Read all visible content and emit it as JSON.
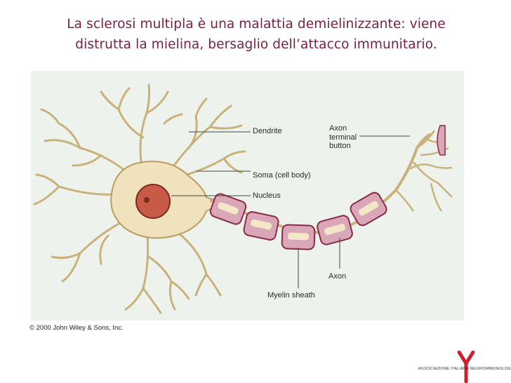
{
  "title_lines": [
    "La sclerosi multipla è una malattia demielinizzante: viene",
    "distrutta la mielina, bersaglio dell’attacco immunitario."
  ],
  "diagram": {
    "labels": {
      "dendrite": "Dendrite",
      "axon_terminal": [
        "Axon",
        "terminal",
        "button"
      ],
      "soma": "Soma (cell body)",
      "nucleus": "Nucleus",
      "axon": "Axon",
      "myelin": "Myelin sheath"
    }
  },
  "copyright": "© 2000 John Wiley & Sons, Inc.",
  "logo": {
    "text": "ASSOCIAZIONE ITALIANA NEUROIMMUNOLOGIA",
    "colors": {
      "red": "#cc1f2f"
    }
  },
  "colors": {
    "title": "#7a1f3d",
    "neuron_fill": "#efe2bd",
    "neuron_stroke": "#b89e63",
    "myelin_fill": "#d9a7b8",
    "myelin_stroke": "#8a2a4a",
    "nucleus_fill": "#c85a48"
  }
}
